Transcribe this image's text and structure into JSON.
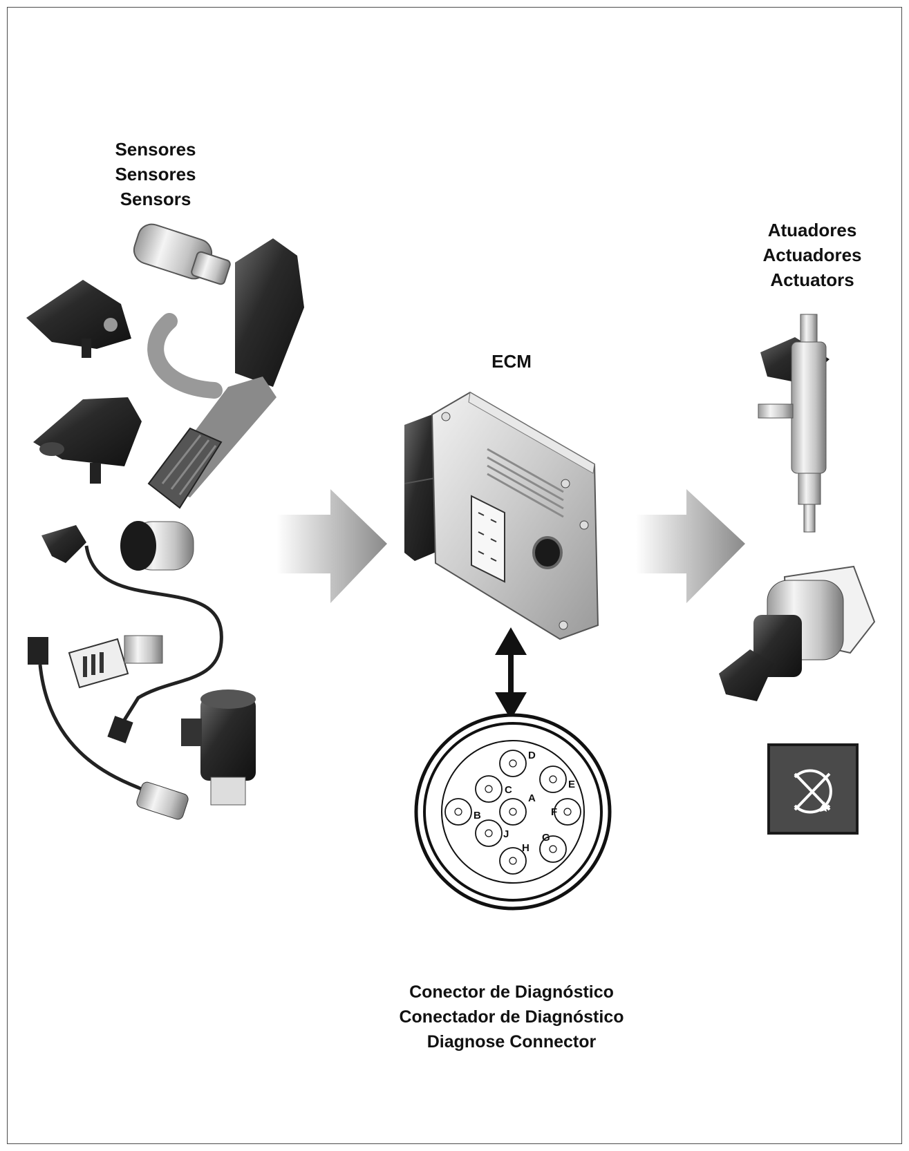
{
  "sensors_label": [
    "Sensores",
    "Sensores",
    "Sensors"
  ],
  "actuators_label": [
    "Atuadores",
    "Actuadores",
    "Actuators"
  ],
  "ecm_label": "ECM",
  "diag_label": [
    "Conector de Diagnóstico",
    "Conectador de Diagnóstico",
    "Diagnose Connector"
  ],
  "connector_pins": [
    "A",
    "B",
    "C",
    "D",
    "E",
    "F",
    "G",
    "H",
    "J"
  ],
  "icons": {
    "warning_lamp": "no-rotation-warning-icon",
    "arrow_in": "gradient-arrow-right-icon",
    "arrow_out": "gradient-arrow-right-icon",
    "link": "double-headed-arrow-icon"
  },
  "colors": {
    "metal_light": "#d9d9d9",
    "metal_dark": "#3a3a3a",
    "lamp_bg": "#4a4a4a"
  }
}
